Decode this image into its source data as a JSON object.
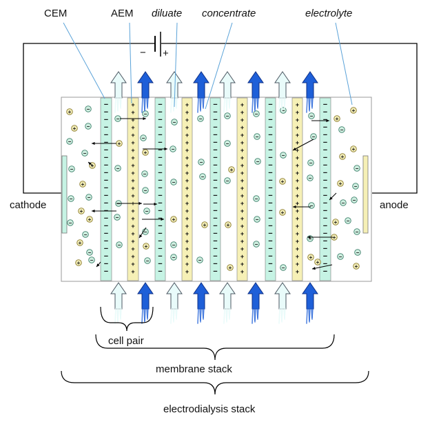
{
  "labels": {
    "cem": "CEM",
    "aem": "AEM",
    "diluate": "diluate",
    "concentrate": "concentrate",
    "electrolyte": "electrolyte",
    "cathode": "cathode",
    "anode": "anode",
    "cell_pair": "cell pair",
    "membrane_stack": "membrane stack",
    "electrodialysis_stack": "electrodialysis stack"
  },
  "power_source": {
    "negative": "−",
    "positive": "+"
  },
  "ions": {
    "cation": "+",
    "anion": "−"
  },
  "membrane_signs": {
    "cem": "−",
    "aem": "+"
  },
  "colors": {
    "cem": "#c6f3e4",
    "aem": "#f6f0b6",
    "diluate_flow": "#e9fbfa",
    "concentrate_flow": "#1e5fd8",
    "cation": "#f2edb8",
    "anion": "#cfeee0",
    "pointer_line": "#5aa2d8"
  },
  "membranes": [
    "cem",
    "aem",
    "cem",
    "aem",
    "cem",
    "aem",
    "cem",
    "aem",
    "cem"
  ],
  "channels": [
    "diluate",
    "concentrate",
    "diluate",
    "concentrate",
    "diluate",
    "concentrate",
    "diluate",
    "concentrate"
  ]
}
